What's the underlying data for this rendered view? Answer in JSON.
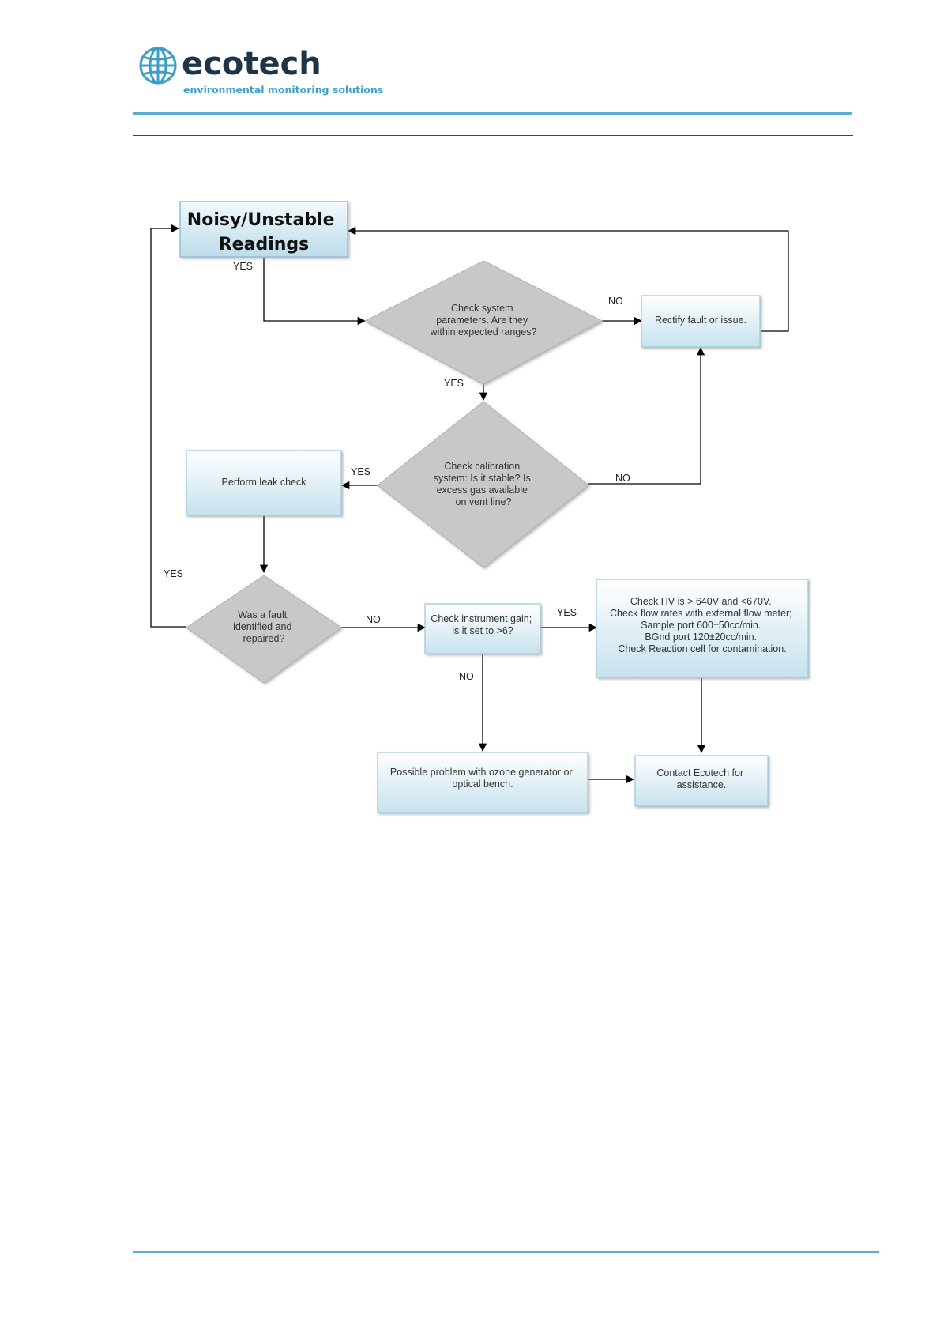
{
  "header": {
    "logo_wordmark": "ecotech",
    "logo_tagline": "environmental monitoring solutions",
    "brand_color": "#3a9ec7",
    "wordmark_color": "#1d3548"
  },
  "colors": {
    "rule_top": "#5aaed4",
    "rule_dark": "#444444",
    "rule_footer": "#5aaed4",
    "box_fill_top": "#ffffff",
    "box_fill_bottom": "#c6e2ee",
    "box_stroke": "#9cc7db",
    "diamond_fill": "#c8c8c8",
    "line": "#000000"
  },
  "diagram": {
    "nodes": {
      "start": {
        "lines": [
          "Noisy/Unstable",
          "Readings"
        ]
      },
      "check_params": {
        "lines": [
          "Check system",
          "parameters. Are they",
          "within expected ranges?"
        ]
      },
      "rectify": {
        "lines": [
          "Rectify fault or issue."
        ]
      },
      "check_cal": {
        "lines": [
          "Check calibration",
          "system: Is it stable? Is",
          "excess gas available",
          "on vent line?"
        ]
      },
      "leak_check": {
        "lines": [
          "Perform leak check"
        ]
      },
      "fault_found": {
        "lines": [
          "Was a fault",
          "identified and",
          "repaired?"
        ]
      },
      "check_gain": {
        "lines": [
          "Check instrument gain;",
          "is it set to >6?"
        ]
      },
      "check_hv": {
        "lines": [
          "Check HV is > 640V and <670V.",
          "Check flow rates with external flow meter;",
          "Sample port 600±50cc/min.",
          "BGnd port 120±20cc/min.",
          "Check Reaction cell for contamination."
        ]
      },
      "ozone": {
        "lines": [
          "Possible problem with ozone generator or",
          "optical bench."
        ]
      },
      "contact": {
        "lines": [
          "Contact Ecotech for",
          "assistance."
        ]
      }
    },
    "edge_labels": {
      "start_to_params": "YES",
      "params_no": "NO",
      "params_yes": "YES",
      "cal_yes": "YES",
      "cal_no": "NO",
      "fault_yes": "YES",
      "fault_no": "NO",
      "gain_yes": "YES",
      "gain_no": "NO"
    }
  }
}
